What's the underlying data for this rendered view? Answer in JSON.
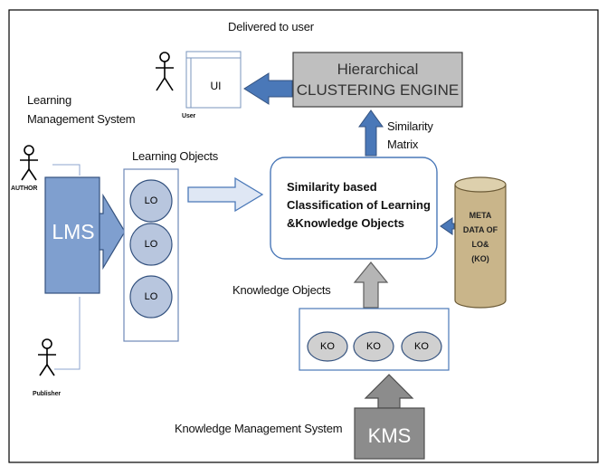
{
  "labels": {
    "delivered_to_user": "Delivered to user",
    "ui": "UI",
    "user": "User",
    "clustering_line1": "Hierarchical",
    "clustering_line2": "CLUSTERING ENGINE",
    "lms_system_line1": "Learning",
    "lms_system_line2": "Management System",
    "author": "AUTHOR",
    "lms": "LMS",
    "learning_objects": "Learning Objects",
    "lo_items": [
      "LO",
      "LO",
      "LO"
    ],
    "similarity_line1": "Similarity",
    "similarity_line2": "Matrix",
    "classification_line1": "Similarity based",
    "classification_line2": "Classification of Learning",
    "classification_line3": "&Knowledge  Objects",
    "meta_lines": [
      "META",
      "DATA OF",
      "LO&",
      "(KO)"
    ],
    "knowledge_objects": "Knowledge Objects",
    "ko_items": [
      "KO",
      "KO",
      "KO"
    ],
    "publisher": "Publisher",
    "kms_system": "Knowledge Management System",
    "kms": "KMS"
  },
  "colors": {
    "lms_fill": "#7f9fcf",
    "lms_border": "#34527f",
    "arrow_blue": "#4a78b8",
    "lo_circle": "#b8c6de",
    "grey_block": "#bfbfbf",
    "grey_arrow": "#a6a6a6",
    "kms_fill": "#8c8c8c",
    "meta_fill": "#c9b58a",
    "ko_fill": "#d0d0d0"
  }
}
